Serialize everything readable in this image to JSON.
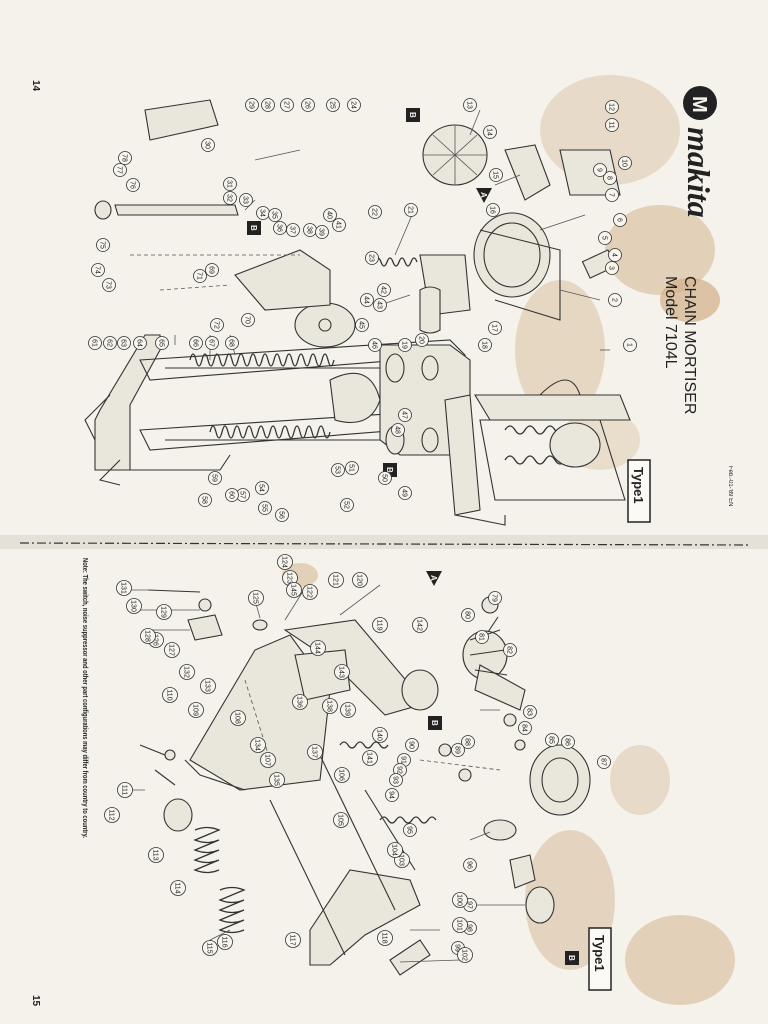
{
  "document": {
    "left_page_number": "14",
    "right_page_number": "15",
    "brand": "makita",
    "brand_mark_letter": "M",
    "title_line1": "CHAIN MORTISER",
    "title_line2": "Model 7104L",
    "date_code": "Feb.-01-'89 EN",
    "type_label_left": "Type1",
    "type_label_right": "Type1",
    "note": "Note: The switch, noise suppressor and other part configurations may differ from country to country.",
    "orientation": "rotated 90° clockwise",
    "marker_letters": [
      "A",
      "B"
    ]
  },
  "left_page": {
    "part_numbers": [
      "1",
      "2",
      "3",
      "4",
      "5",
      "6",
      "7",
      "8",
      "9",
      "10",
      "11",
      "12",
      "13",
      "14",
      "15",
      "16",
      "17",
      "18",
      "19",
      "20",
      "21",
      "22",
      "23",
      "24",
      "25",
      "26",
      "27",
      "28",
      "29",
      "30",
      "31",
      "32",
      "33",
      "34",
      "35",
      "36",
      "37",
      "38",
      "39",
      "40",
      "41",
      "42",
      "43",
      "44",
      "45",
      "46",
      "47",
      "48",
      "49",
      "50",
      "51",
      "52",
      "53",
      "54",
      "55",
      "56",
      "57",
      "58",
      "59",
      "60",
      "61",
      "62",
      "63",
      "64",
      "65",
      "66",
      "67",
      "68",
      "69",
      "70",
      "71",
      "72",
      "73",
      "74",
      "75",
      "76",
      "77",
      "78"
    ]
  },
  "right_page": {
    "part_numbers": [
      "79",
      "80",
      "81",
      "82",
      "83",
      "84",
      "85",
      "86",
      "87",
      "88",
      "89",
      "90",
      "91",
      "92",
      "93",
      "94",
      "95",
      "96",
      "97",
      "98",
      "99",
      "100",
      "101",
      "102",
      "103",
      "104",
      "105",
      "106",
      "107",
      "108",
      "109",
      "110",
      "111",
      "112",
      "113",
      "114",
      "115",
      "116",
      "117",
      "118",
      "119",
      "120",
      "121",
      "122",
      "123",
      "124",
      "125",
      "126",
      "127",
      "128",
      "129",
      "130",
      "131",
      "132",
      "133",
      "134",
      "135",
      "136",
      "137",
      "138",
      "139",
      "140",
      "141",
      "142",
      "143",
      "144",
      "145"
    ]
  }
}
